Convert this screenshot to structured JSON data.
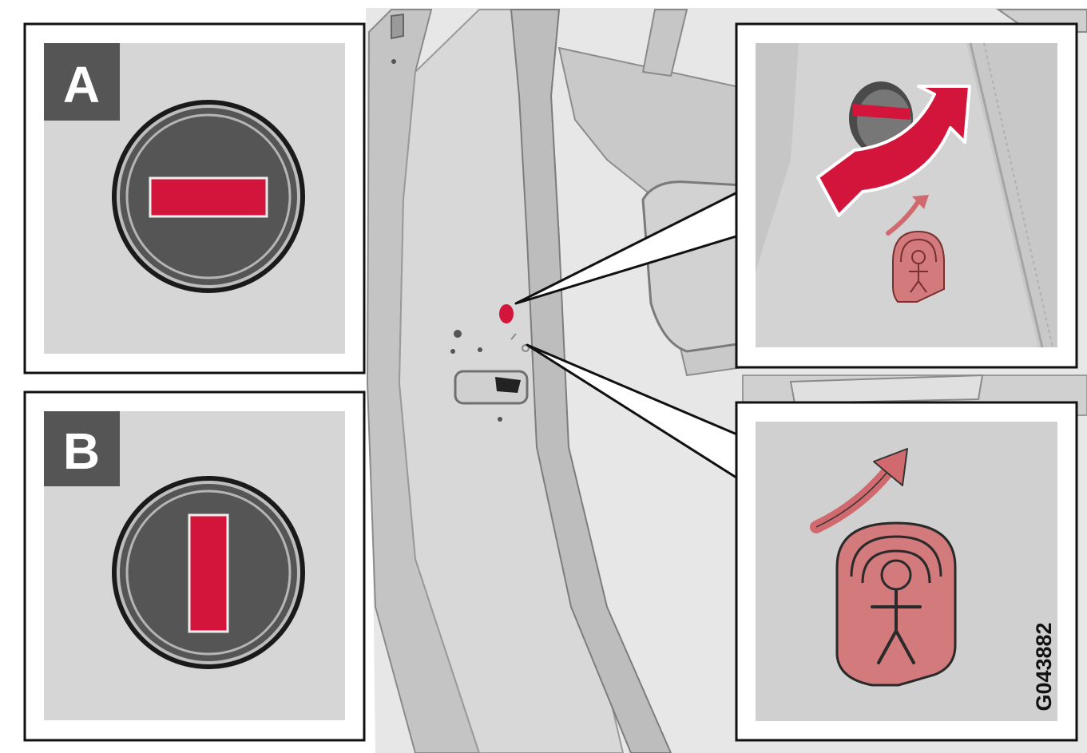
{
  "panels": {
    "a": {
      "label": "A",
      "state": "horizontal-slot"
    },
    "b": {
      "label": "B",
      "state": "vertical-slot"
    }
  },
  "figure_code": "G043882",
  "icons": {
    "child_lock": "child-lock-icon",
    "rotate_arrow": "rotate-arrow-icon",
    "curved_arrow": "curved-arrow-icon"
  },
  "colors": {
    "accent_red": "#d3153b",
    "symbol_red": "#cf6c70",
    "panel_gray": "#d6d6d6",
    "knob_dark": "#505050",
    "frame_black": "#111111"
  }
}
